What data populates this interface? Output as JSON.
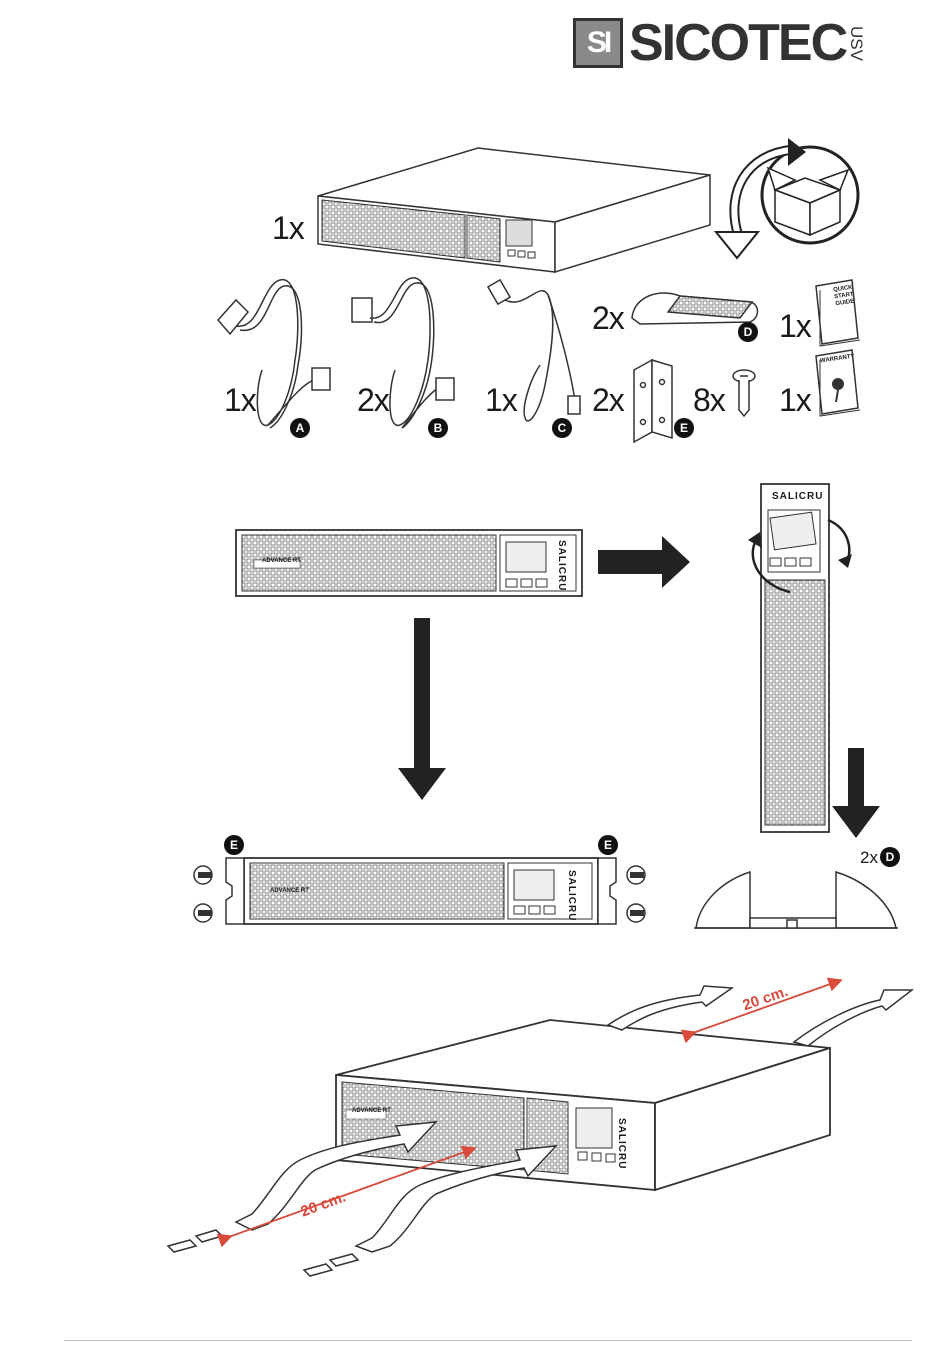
{
  "brand": {
    "mark": "SI",
    "name": "SICOTEC",
    "sub": "USV"
  },
  "device": {
    "panel_brand": "SALICRU",
    "model": "ADVANCE RT"
  },
  "contents": {
    "ups": "1x",
    "cable_a": {
      "qty": "1x",
      "tag": "A"
    },
    "cable_b": {
      "qty": "2x",
      "tag": "B"
    },
    "cable_c": {
      "qty": "1x",
      "tag": "C"
    },
    "feet_d": {
      "qty": "2x",
      "tag": "D"
    },
    "brackets_e": {
      "qty": "2x",
      "tag": "E"
    },
    "screws": {
      "qty": "8x"
    },
    "quick_guide": {
      "qty": "1x",
      "label_lines": [
        "QUICK",
        "START",
        "GUIDE"
      ]
    },
    "warranty": {
      "qty": "1x",
      "label": "WARRANTY"
    }
  },
  "mounting": {
    "rack_tag_left": "E",
    "rack_tag_right": "E",
    "feet_qty": "2x",
    "feet_tag": "D"
  },
  "clearance": {
    "rear": "20 cm.",
    "front": "20 cm."
  },
  "colors": {
    "accent_red": "#d84a3a",
    "ink": "#1a1a1a"
  }
}
